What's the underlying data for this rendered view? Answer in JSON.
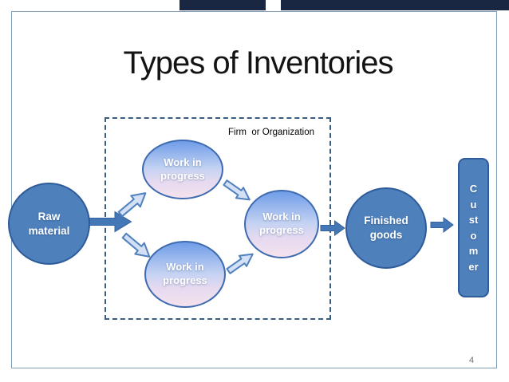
{
  "theme": {
    "background": "#ffffff",
    "topbar": "#1a2742",
    "frame_border": "#7e9cb4",
    "title_color": "#141414",
    "node_fill": "#4e80bc",
    "node_border": "#2e5b99",
    "node_text": "#ffffff",
    "ellipse_border": "#3e6bb0",
    "grad_top": "#6f9ce8",
    "grad_mid": "#c3d2f2",
    "grad_lavender": "#e6daf0",
    "grad_pink": "#f4e2ee",
    "arrow_dark_fill": "#4477b6",
    "arrow_dark_edge": "#34619f",
    "arrow_light_fill": "#d4e0f6",
    "arrow_light_edge": "#4f81bd",
    "dashed_border": "#3a5c80",
    "page_number_color": "#737373"
  },
  "slide": {
    "title": "Types of Inventories",
    "page_number": "4",
    "diagram": {
      "boundary_label": "Firm  or Organization",
      "nodes": {
        "raw_material": "Raw\nmaterial",
        "wip": "Work in\nprogress",
        "finished_goods": "Finished\ngoods",
        "customer": "Customer"
      }
    }
  }
}
